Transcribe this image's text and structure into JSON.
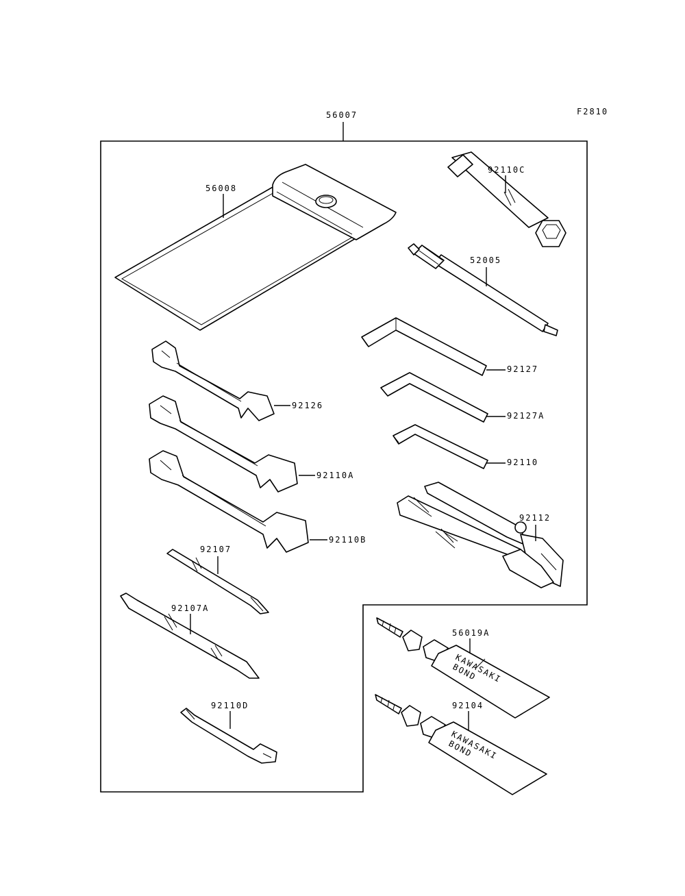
{
  "figure_code": "F2810",
  "kit_part": "56007",
  "parts": {
    "p56008": "56008",
    "p92110C": "92110C",
    "p52005": "52005",
    "p92127": "92127",
    "p92127A": "92127A",
    "p92110": "92110",
    "p92126": "92126",
    "p92110A": "92110A",
    "p92110B": "92110B",
    "p92112": "92112",
    "p92107": "92107",
    "p92107A": "92107A",
    "p92110D": "92110D",
    "p56019A": "56019A",
    "p92104": "92104"
  },
  "tube_text": {
    "line1": "KAWASAKI",
    "line2": "BOND"
  }
}
